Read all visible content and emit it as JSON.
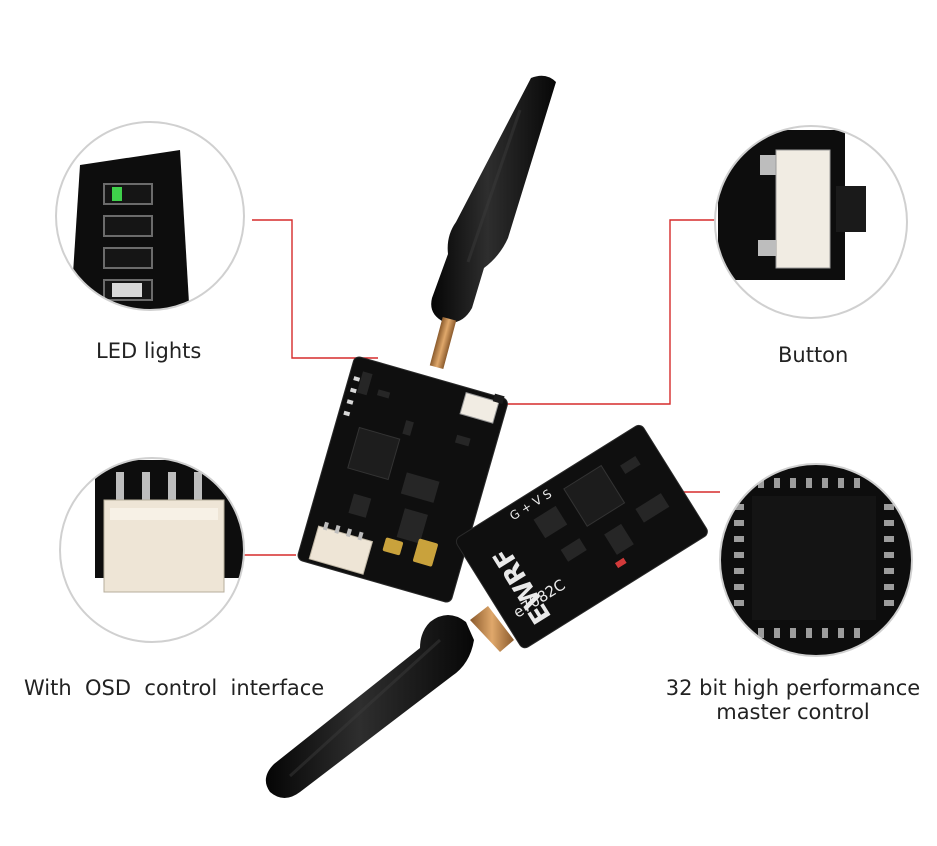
{
  "callouts": {
    "led_lights": "LED lights",
    "button": "Button",
    "osd_interface": "With  OSD  control  interface",
    "master_control_line1": "32 bit high performance",
    "master_control_line2": "master control"
  },
  "board_print": {
    "brand": "EWRF",
    "model": "e7082C",
    "power_marks": "G + V S"
  },
  "colors": {
    "leader_line": "#d62b2b",
    "circle_border": "#d0d0d0",
    "pcb": "#0f0f0f",
    "connector": "#eee5d6",
    "antenna": "#121212",
    "coax": "#c98a52"
  }
}
